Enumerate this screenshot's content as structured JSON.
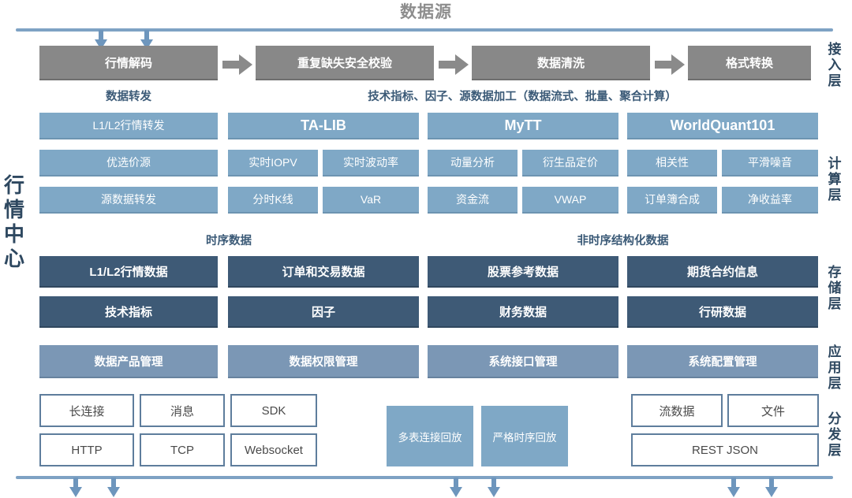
{
  "title": "数据源",
  "left_title": "行情中心",
  "layer_labels": {
    "access": "接入层",
    "compute": "计算层",
    "storage": "存储层",
    "application": "应用层",
    "distribution": "分发层"
  },
  "colors": {
    "rail": "#7ea2c4",
    "arrow": "#6e96bd",
    "access_box": "#888888",
    "compute_box": "#7fa8c6",
    "storage_box": "#3e5a76",
    "application_box": "#7b97b5",
    "distribution_border": "#5e7d9c",
    "caption_text": "#3b5a77",
    "title_text": "#8d8d8d"
  },
  "access_layer": {
    "boxes": [
      "行情解码",
      "重复缺失安全校验",
      "数据清洗",
      "格式转换"
    ]
  },
  "compute_layer": {
    "captions": {
      "left": "数据转发",
      "right": "技术指标、因子、源数据加工（数据流式、批量、聚合计算）"
    },
    "groups": [
      {
        "header": "",
        "header_visible": false,
        "rows": [
          [
            "L1/L2行情转发"
          ],
          [
            "优选价源"
          ],
          [
            "源数据转发"
          ]
        ]
      },
      {
        "header": "TA-LIB",
        "header_visible": true,
        "rows": [
          [
            "实时IOPV",
            "实时波动率"
          ],
          [
            "分时K线",
            "VaR"
          ]
        ]
      },
      {
        "header": "MyTT",
        "header_visible": true,
        "rows": [
          [
            "动量分析",
            "衍生品定价"
          ],
          [
            "资金流",
            "VWAP"
          ]
        ]
      },
      {
        "header": "WorldQuant101",
        "header_visible": true,
        "rows": [
          [
            "相关性",
            "平滑噪音"
          ],
          [
            "订单簿合成",
            "净收益率"
          ]
        ]
      }
    ]
  },
  "storage_layer": {
    "captions": {
      "left": "时序数据",
      "right": "非时序结构化数据"
    },
    "row1": [
      "L1/L2行情数据",
      "订单和交易数据",
      "股票参考数据",
      "期货合约信息"
    ],
    "row2": [
      "技术指标",
      "因子",
      "财务数据",
      "行研数据"
    ]
  },
  "application_layer": {
    "boxes": [
      "数据产品管理",
      "数据权限管理",
      "系统接口管理",
      "系统配置管理"
    ]
  },
  "distribution_layer": {
    "left_group_row1": [
      "长连接",
      "消息",
      "SDK"
    ],
    "left_group_row2": [
      "HTTP",
      "TCP",
      "Websocket"
    ],
    "middle_group": [
      "多表连接回放",
      "严格时序回放"
    ],
    "right_group_row1": [
      "流数据",
      "文件"
    ],
    "right_group_row2": [
      "REST JSON"
    ]
  }
}
